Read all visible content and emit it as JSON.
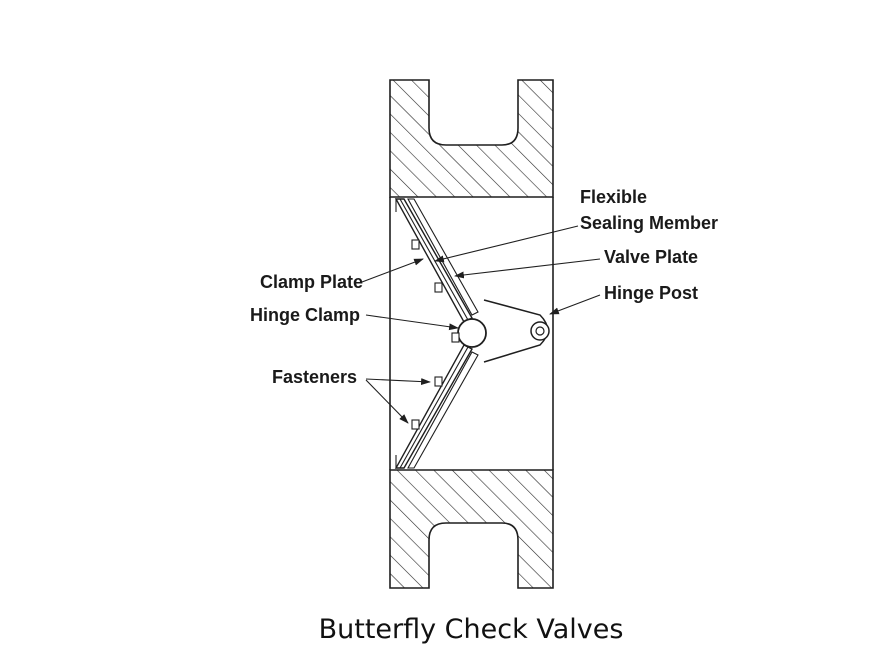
{
  "labels": {
    "flexible": "Flexible",
    "sealing_member": "Sealing Member",
    "valve_plate": "Valve Plate",
    "clamp_plate": "Clamp Plate",
    "hinge_post": "Hinge Post",
    "hinge_clamp": "Hinge Clamp",
    "fasteners": "Fasteners"
  },
  "caption": "Butterfly Check Valves"
}
